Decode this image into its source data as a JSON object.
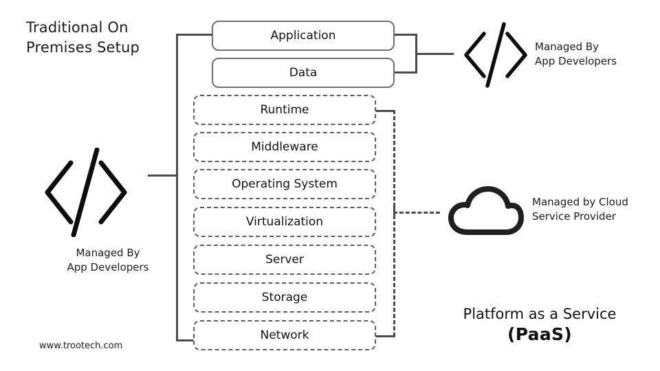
{
  "diagram": {
    "title": "Traditional On\nPremises Setup",
    "title_line1": "Traditional On",
    "title_line2": "Premises Setup",
    "watermark": "www.trootech.com"
  },
  "stack": {
    "managed_by_developer_layers": [
      {
        "label": "Application",
        "style": "solid"
      },
      {
        "label": "Data",
        "style": "solid"
      }
    ],
    "managed_by_provider_layers": [
      {
        "label": "Runtime",
        "style": "dashed"
      },
      {
        "label": "Middleware",
        "style": "dashed"
      },
      {
        "label": "Operating System",
        "style": "dashed"
      },
      {
        "label": "Virtualization",
        "style": "dashed"
      },
      {
        "label": "Server",
        "style": "dashed"
      },
      {
        "label": "Storage",
        "style": "dashed"
      },
      {
        "label": "Network",
        "style": "dashed"
      }
    ]
  },
  "annotations": {
    "left": {
      "icon": "code-icon",
      "line1": "Managed By",
      "line2": "App Developers"
    },
    "right_top": {
      "icon": "code-icon",
      "line1": "Managed By",
      "line2": "App Developers"
    },
    "right_cloud": {
      "icon": "cloud-icon",
      "line1": "Managed by Cloud",
      "line2": "Service Provider"
    }
  },
  "footer": {
    "model_name": "Platform as a Service",
    "model_abbr": "(PaaS)"
  },
  "colors": {
    "solid_border": "#6f6f6f",
    "dashed_border": "#5d5d5d",
    "connector": "#4a4a4a",
    "text": "#111111",
    "background": "#ffffff"
  }
}
